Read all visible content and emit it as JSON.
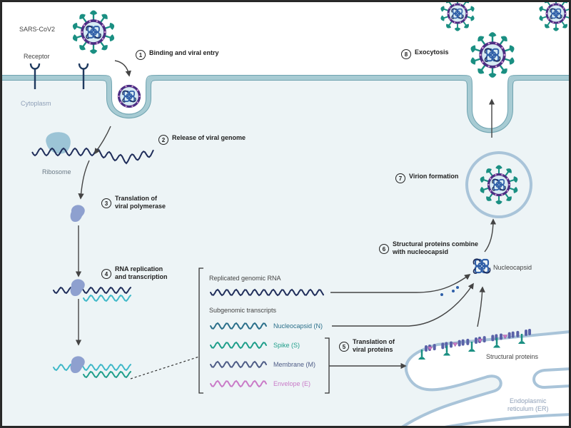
{
  "diagram": {
    "title": "SARS-CoV-2 replication cycle",
    "colors": {
      "extracellular": "#ffffff",
      "cytoplasm": "#edf4f6",
      "membrane": "#a7cbd3",
      "membrane_line": "#7fb1bd",
      "spike": "#1a8f82",
      "envelope_ring": "#4b2e83",
      "envelope_dots": "#d69bd4",
      "nucleocapsid": "#2f5fa8",
      "polymerase": "#8ea0cf",
      "ribosome": "#9cc4d6",
      "genomic_rna": "#1f2d5a",
      "nucleocapsid_rna": "#2a6f8a",
      "spike_rna": "#1e9e8a",
      "membrane_rna": "#4e5c86",
      "envelope_rna": "#c97ac7",
      "transcript_rna": "#3fb8c8",
      "arrow": "#444444"
    },
    "labels": {
      "virus": "SARS-CoV2",
      "receptor": "Receptor",
      "cytoplasm": "Cytoplasm",
      "ribosome": "Ribosome",
      "nucleocapsid": "Nucleocapsid",
      "structural_proteins": "Structural proteins",
      "er": "Endoplasmic\nreticulum (ER)"
    },
    "steps": [
      {
        "num": "1",
        "text": "Binding and viral entry"
      },
      {
        "num": "2",
        "text": "Release of viral genome"
      },
      {
        "num": "3",
        "text": "Translation of\nviral polymerase"
      },
      {
        "num": "4",
        "text": "RNA replication\nand transcription"
      },
      {
        "num": "5",
        "text": "Translation of\nviral proteins"
      },
      {
        "num": "6",
        "text": "Structural proteins combine\nwith nucleocapsid"
      },
      {
        "num": "7",
        "text": "Virion formation"
      },
      {
        "num": "8",
        "text": "Exocytosis"
      }
    ],
    "transcripts": {
      "genomic_header": "Replicated genomic RNA",
      "subgenomic_header": "Subgenomic transcripts",
      "items": [
        {
          "label": "Nucleocapsid (N)",
          "color": "#2a6f8a"
        },
        {
          "label": "Spike (S)",
          "color": "#1e9e8a"
        },
        {
          "label": "Membrane (M)",
          "color": "#4e5c86"
        },
        {
          "label": "Envelope (E)",
          "color": "#c97ac7"
        }
      ]
    }
  }
}
